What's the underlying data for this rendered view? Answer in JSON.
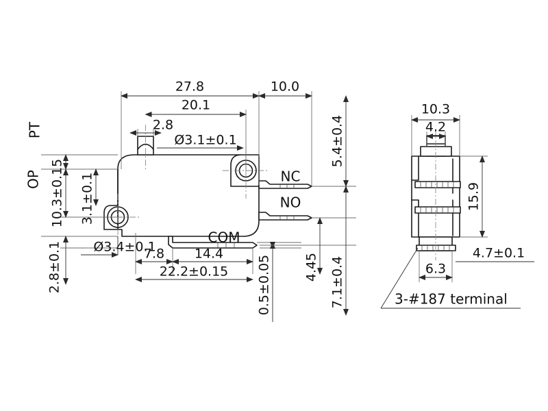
{
  "drawing": {
    "title": "Micro switch outline dimension drawing",
    "units": "mm",
    "line_color": "#1a1a1a",
    "dim_color": "#2b2b2b",
    "ext_color": "#6e6e6e",
    "center_color": "#8a8a8a",
    "background": "#ffffff"
  },
  "front_view": {
    "name": "front-view",
    "dimensions": {
      "overall_length": "27.8",
      "terminal_projection": "10.0",
      "hole_center_span": "20.1",
      "plunger_width": "2.8",
      "mount_hole_upper": "Ø3.1±0.1",
      "mount_hole_lower": "Ø3.4±0.1",
      "op_height": "10.3±0.15",
      "hole_offset_vertical": "3.1±0.1",
      "bottom_offset": "2.8±0.1",
      "left_base": "7.8",
      "mid_base": "14.4",
      "total_base": "22.2±0.15",
      "terminal_thickness": "0.5±0.05",
      "nc_height": "5.4±0.4",
      "com_height": "4.45",
      "overall_height_right": "7.1±0.4"
    },
    "labels": {
      "pt": "PT",
      "op": "OP",
      "nc": "NC",
      "no": "NO",
      "com": "COM"
    }
  },
  "side_view": {
    "name": "side-view",
    "dimensions": {
      "body_width": "10.3",
      "plunger_width": "4.2",
      "body_height": "15.9",
      "terminal_offset": "4.7±0.1",
      "terminal_width": "6.3"
    },
    "note": "3-#187 terminal"
  }
}
